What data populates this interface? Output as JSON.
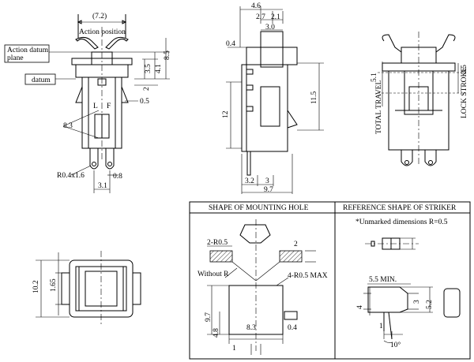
{
  "front_view": {
    "width_label": "(7.2)",
    "action_position": "Action position",
    "action_datum_plane_line1": "Action datum",
    "action_datum_plane_line2": "plane",
    "datum": "datum",
    "dim_8_5": "8.5",
    "dim_3_5": "3.5",
    "dim_4_1": "4.1",
    "dim_2": "2",
    "dim_0_5": "0.5",
    "dim_8_3": "8.3",
    "letter_l": "L",
    "letter_f": "F",
    "r_label": "R0.4x1.6",
    "dim_3_1": "3.1",
    "dim_0_8": "0.8"
  },
  "side_view": {
    "dim_4_6": "4.6",
    "dim_2_7": "2.7",
    "dim_2_1": "2.1",
    "dim_3_0": "3.0",
    "dim_0_4": "0.4",
    "dim_11_5": "11.5",
    "dim_12": "12",
    "dim_3_2": "3.2",
    "dim_3": "3",
    "dim_9_7": "9.7"
  },
  "right_view": {
    "total_travel": "TOTAL TRAVEL",
    "dim_5_1": "5.1",
    "lock_stroke": "LOCK STROKE",
    "dim_3_5": "3.5"
  },
  "bottom_view": {
    "dim_10_2": "10.2",
    "dim_1_65": "1.65"
  },
  "mounting_hole": {
    "title": "SHAPE OF MOUNTING HOLE",
    "r_label": "2-R0.5",
    "thickness": "2",
    "without_r": "Without R",
    "corner_r": "4-R0.5 MAX",
    "dim_9_7": "9.7",
    "dim_4_8": "4.8",
    "dim_8_3": "8.3",
    "dim_0_4": "0.4",
    "dim_1": "1"
  },
  "striker": {
    "title": "REFERENCE SHAPE OF STRIKER",
    "note": "*Unmarked dimensions R=0.5",
    "dim_5_5": "5.5 MIN.",
    "dim_4": "4",
    "dim_3": "3",
    "dim_5_2": "5.2",
    "dim_1": "1",
    "angle": "10°"
  }
}
